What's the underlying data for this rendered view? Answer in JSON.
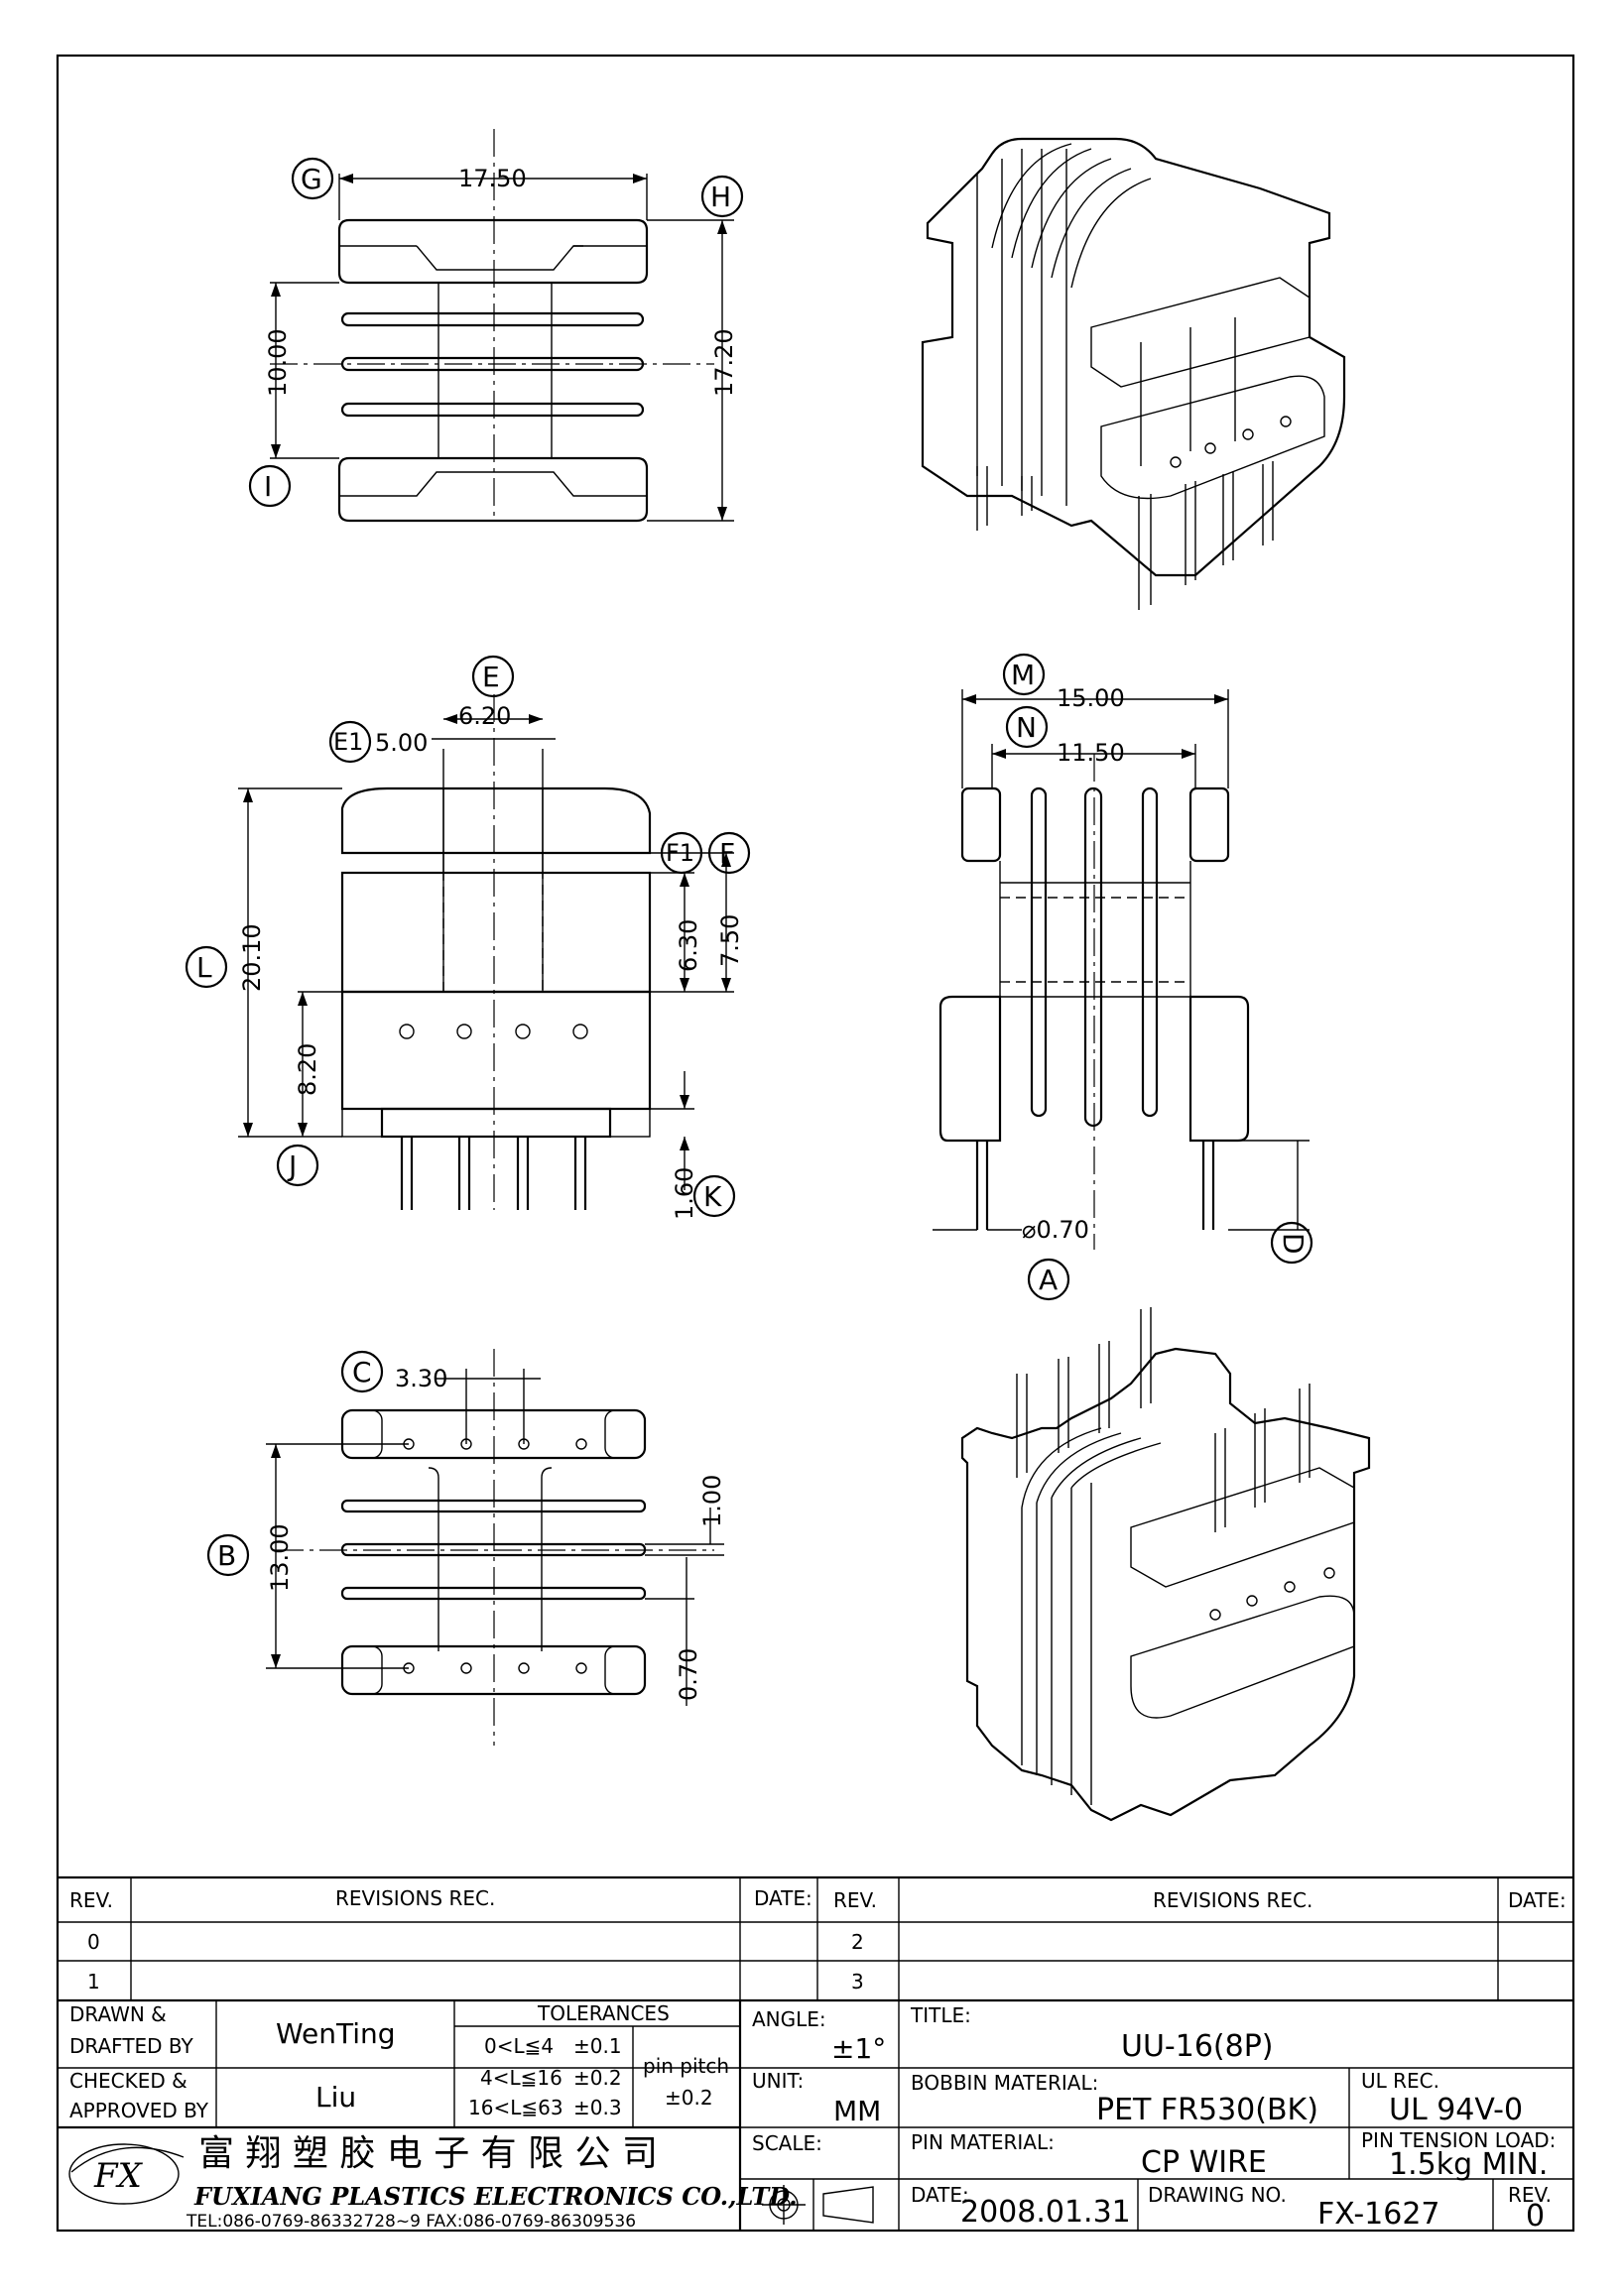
{
  "dimensions": {
    "top_view": {
      "width": "17.50",
      "height": "17.20",
      "inner": "10.00"
    },
    "front_view": {
      "e": "6.20",
      "e1": "5.00",
      "total_height": "20.10",
      "f1": "6.30",
      "f": "7.50",
      "j": "8.20",
      "k": "1.60"
    },
    "side_view": {
      "m": "15.00",
      "n": "11.50",
      "pin_dia": "⌀0.70"
    },
    "bottom_view": {
      "c": "3.30",
      "b": "13.00",
      "slot": "1.00",
      "wall": "0.70"
    }
  },
  "callouts": {
    "g": "G",
    "h": "H",
    "i": "I",
    "e": "E",
    "e1": "E1",
    "f1": "F1",
    "f": "F",
    "l": "L",
    "j": "J",
    "k": "K",
    "m": "M",
    "n": "N",
    "a": "A",
    "d": "D",
    "c": "C",
    "b": "B"
  },
  "revision_table": {
    "headers": {
      "rev": "REV.",
      "revisions": "REVISIONS    REC.",
      "date": "DATE:"
    },
    "left_rows": [
      "0",
      "1"
    ],
    "right_rows": [
      "2",
      "3"
    ]
  },
  "title_block": {
    "drawn_label_1": "DRAWN  &",
    "drawn_label_2": "DRAFTED  BY",
    "drawn_by": "WenTing",
    "checked_label_1": "CHECKED  &",
    "checked_label_2": "APPROVED  BY",
    "checked_by": "Liu",
    "tolerances_label": "TOLERANCES",
    "tol_rows": [
      {
        "range": "0<L≦4",
        "tol": "±0.1"
      },
      {
        "range": "4<L≦16",
        "tol": "±0.2"
      },
      {
        "range": "16<L≦63",
        "tol": "±0.3"
      }
    ],
    "pin_pitch_label": "pin  pitch",
    "pin_pitch_tol": "±0.2",
    "angle_label": "ANGLE:",
    "angle_value": "±1°",
    "unit_label": "UNIT:",
    "unit_value": "MM",
    "scale_label": "SCALE:",
    "title_label": "TITLE:",
    "title_value": "UU-16(8P)",
    "bobbin_label": "BOBBIN  MATERIAL:",
    "bobbin_value": "PET  FR530(BK)",
    "ul_label": "UL  REC.",
    "ul_value": "UL  94V-0",
    "pin_material_label": "PIN  MATERIAL:",
    "pin_material_value": "CP  WIRE",
    "pin_tension_label": "PIN  TENSION  LOAD:",
    "pin_tension_value": "1.5kg  MIN.",
    "date_label": "DATE:",
    "date_value": "2008.01.31",
    "drawing_no_label": "DRAWING  NO.",
    "drawing_no_value": "FX-1627",
    "rev_label": "REV.",
    "rev_value": "0",
    "company_cn": "富 翔 塑 胶 电 子 有 限 公 司",
    "company_en": "FUXIANG  PLASTICS  ELECTRONICS  CO.,LTD.",
    "contact": "TEL:086-0769-86332728~9  FAX:086-0769-86309536",
    "logo_text": "FX"
  }
}
